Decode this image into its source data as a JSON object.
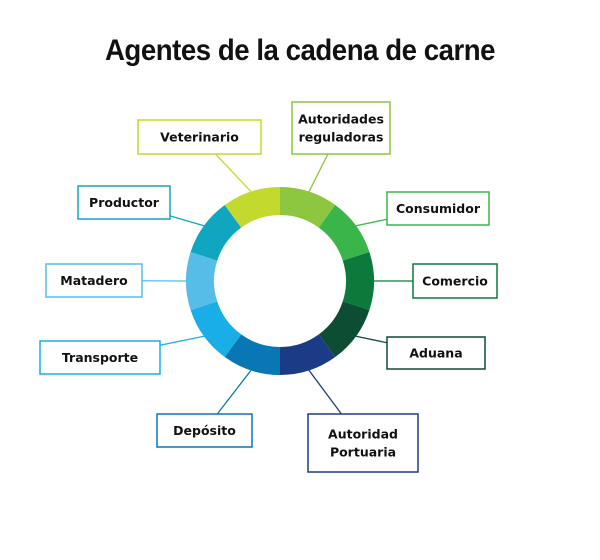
{
  "title": "Agentes de la cadena de carne",
  "agents": [
    {
      "lines": [
        "Autoridades",
        "reguladoras"
      ],
      "color": "#8dc63f"
    },
    {
      "lines": [
        "Consumidor"
      ],
      "color": "#3ab54a"
    },
    {
      "lines": [
        "Comercio"
      ],
      "color": "#0b7a3b"
    },
    {
      "lines": [
        "Aduana"
      ],
      "color": "#0d4d33"
    },
    {
      "lines": [
        "Autoridad",
        "Portuaria"
      ],
      "color": "#1b3b86"
    },
    {
      "lines": [
        "Depósito"
      ],
      "color": "#0a77b5"
    },
    {
      "lines": [
        "Transporte"
      ],
      "color": "#19aee8"
    },
    {
      "lines": [
        "Matadero"
      ],
      "color": "#56bde8"
    },
    {
      "lines": [
        "Productor"
      ],
      "color": "#11a6bf"
    },
    {
      "lines": [
        "Veterinario"
      ],
      "color": "#c4d92e"
    }
  ]
}
